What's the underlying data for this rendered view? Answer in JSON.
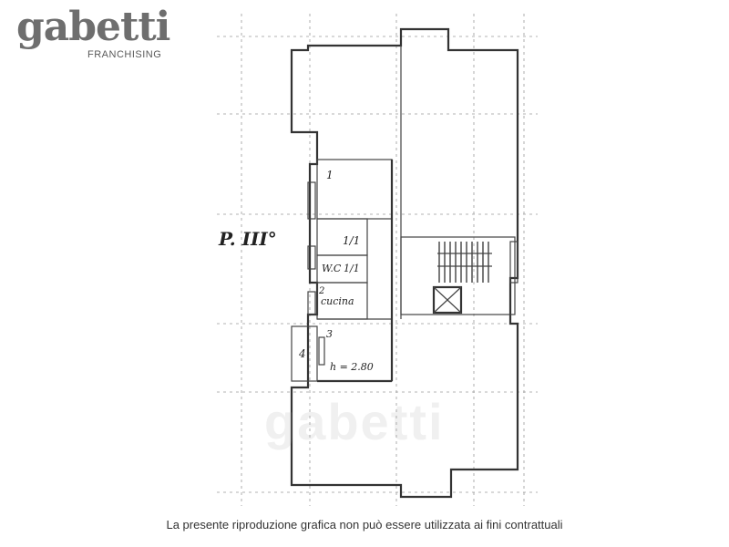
{
  "brand": {
    "name": "gabetti",
    "tagline": "FRANCHISING"
  },
  "plan": {
    "floor_label": "P. III°",
    "room_1": "1",
    "room_2": "1/1",
    "wc_label": "W.C",
    "wc_suffix": "1/1",
    "kitchen_number": "2",
    "kitchen_label": "cucina",
    "room_3": "3",
    "room_4": "4",
    "height_note": "h = 2.80",
    "watermark": "gabetti"
  },
  "disclaimer": "La presente riproduzione grafica non può essere utilizzata ai fini contrattuali"
}
